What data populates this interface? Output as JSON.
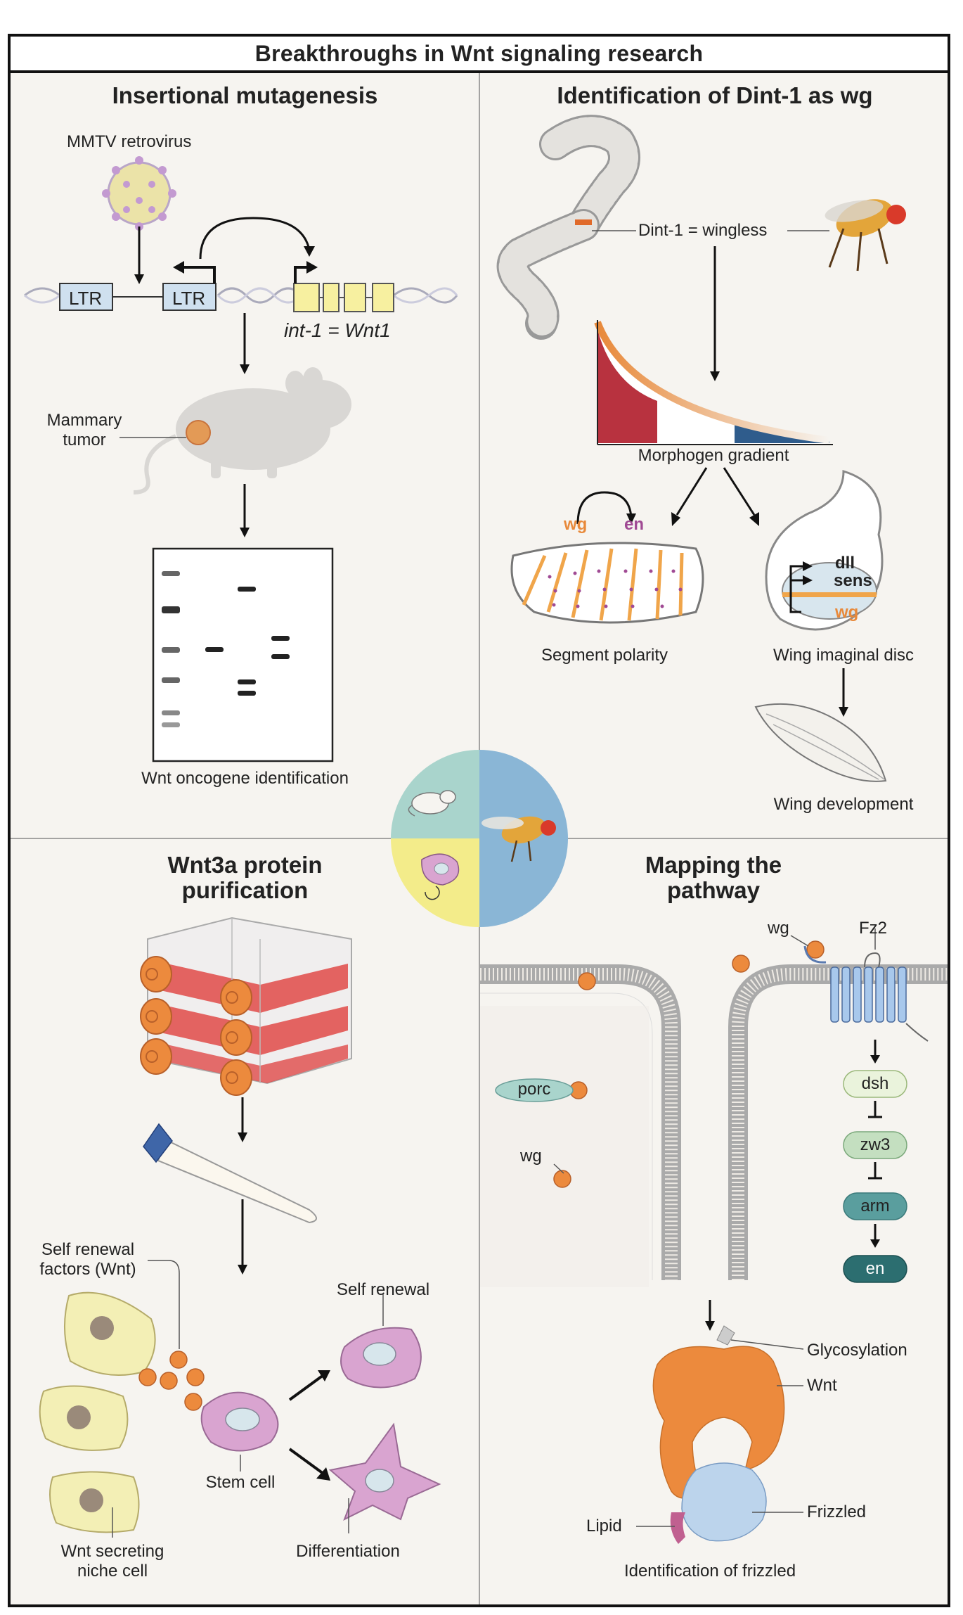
{
  "title": "Breakthroughs in Wnt signaling research",
  "quadrants": {
    "top_left": {
      "title": "Insertional mutagenesis",
      "labels": {
        "virus": "MMTV retrovirus",
        "ltr_left": "LTR",
        "ltr_right": "LTR",
        "gene": "int-1 = Wnt1",
        "tumor": "Mammary\ntumor",
        "blot": "Wnt oncogene identification"
      }
    },
    "top_right": {
      "title": "Identification of Dint-1 as wg",
      "labels": {
        "dint": "Dint-1 = wingless",
        "gradient": "Morphogen gradient",
        "wg_seg": "wg",
        "en_seg": "en",
        "segment": "Segment polarity",
        "dll": "dll",
        "sens": "sens",
        "wg_disc": "wg",
        "disc": "Wing imaginal disc",
        "wing": "Wing development"
      }
    },
    "bottom_left": {
      "title": "Wnt3a protein\npurification",
      "labels": {
        "factors": "Self renewal\nfactors (Wnt)",
        "self_renewal": "Self renewal",
        "stem": "Stem cell",
        "niche": "Wnt secreting\nniche cell",
        "diff": "Differentiation"
      }
    },
    "bottom_right": {
      "title": "Mapping the\npathway",
      "labels": {
        "wg_top": "wg",
        "fz2": "Fz2",
        "porc": "porc",
        "wg_cell": "wg",
        "dsh": "dsh",
        "zw3": "zw3",
        "arm": "arm",
        "en": "en",
        "glyco": "Glycosylation",
        "wnt": "Wnt",
        "lipid": "Lipid",
        "frizzled": "Frizzled",
        "ident": "Identification of frizzled"
      }
    }
  },
  "colors": {
    "panel_bg": "#f6f4f0",
    "teal": "#a9d4cc",
    "blue": "#8ab6d6",
    "yellow": "#f3ec8a",
    "wg_orange": "#e8893a",
    "en_purple": "#a04a94",
    "gradient_red": "#b8323f",
    "gradient_blue": "#2f5c8c",
    "flask_red": "#e04a48",
    "cell_yellow": "#f3efb5",
    "cell_pink": "#d9a4d0",
    "receptor_blue": "#a8c8ec",
    "wnt_orange": "#ec8a3d",
    "pill_green": "#dbe9c6",
    "pill_teal": "#5a9e9e",
    "pill_dark_teal": "#2c6e70"
  }
}
